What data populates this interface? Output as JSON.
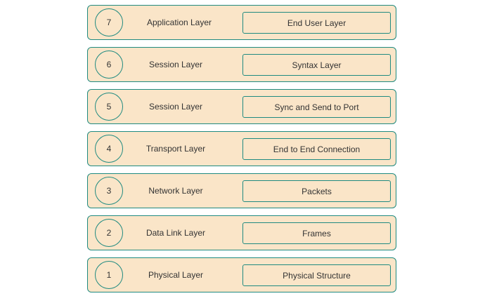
{
  "layers": [
    {
      "number": "7",
      "name": "Application Layer",
      "description": "End User Layer"
    },
    {
      "number": "6",
      "name": "Session Layer",
      "description": "Syntax Layer"
    },
    {
      "number": "5",
      "name": "Session Layer",
      "description": "Sync and Send to Port"
    },
    {
      "number": "4",
      "name": "Transport Layer",
      "description": "End to End Connection"
    },
    {
      "number": "3",
      "name": "Network Layer",
      "description": "Packets"
    },
    {
      "number": "2",
      "name": "Data Link Layer",
      "description": "Frames"
    },
    {
      "number": "1",
      "name": "Physical Layer",
      "description": "Physical Structure"
    }
  ],
  "colors": {
    "fill": "#fae5c8",
    "stroke": "#1f8a80",
    "text": "#333333"
  }
}
